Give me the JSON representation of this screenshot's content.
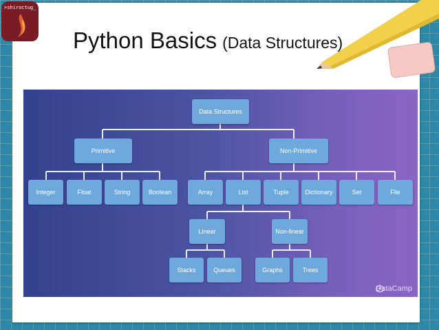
{
  "logo": {
    "text": ">shiroctug_",
    "icon": "flame-logo-icon"
  },
  "title": {
    "main": "Python Basics",
    "sub": "(Data Structures)"
  },
  "diagram": {
    "root": "Data Structures",
    "primitive": "Primitive",
    "non_primitive": "Non-Primitive",
    "primitive_types": [
      "Integer",
      "Float",
      "String",
      "Boolean"
    ],
    "non_primitive_types": [
      "Array",
      "List",
      "Tuple",
      "Dictionary",
      "Set",
      "File"
    ],
    "list_kinds": [
      "Linear",
      "Non-linear"
    ],
    "linear_types": [
      "Stacks",
      "Queues"
    ],
    "nonlinear_types": [
      "Graphs",
      "Trees"
    ]
  },
  "brand": {
    "name": "DataCamp",
    "icon": "datacamp-icon"
  },
  "colors": {
    "node": "#6fa9dc",
    "panel_left": "#33428f",
    "panel_right": "#8a65c6",
    "logo_bg": "#7a1c26"
  }
}
